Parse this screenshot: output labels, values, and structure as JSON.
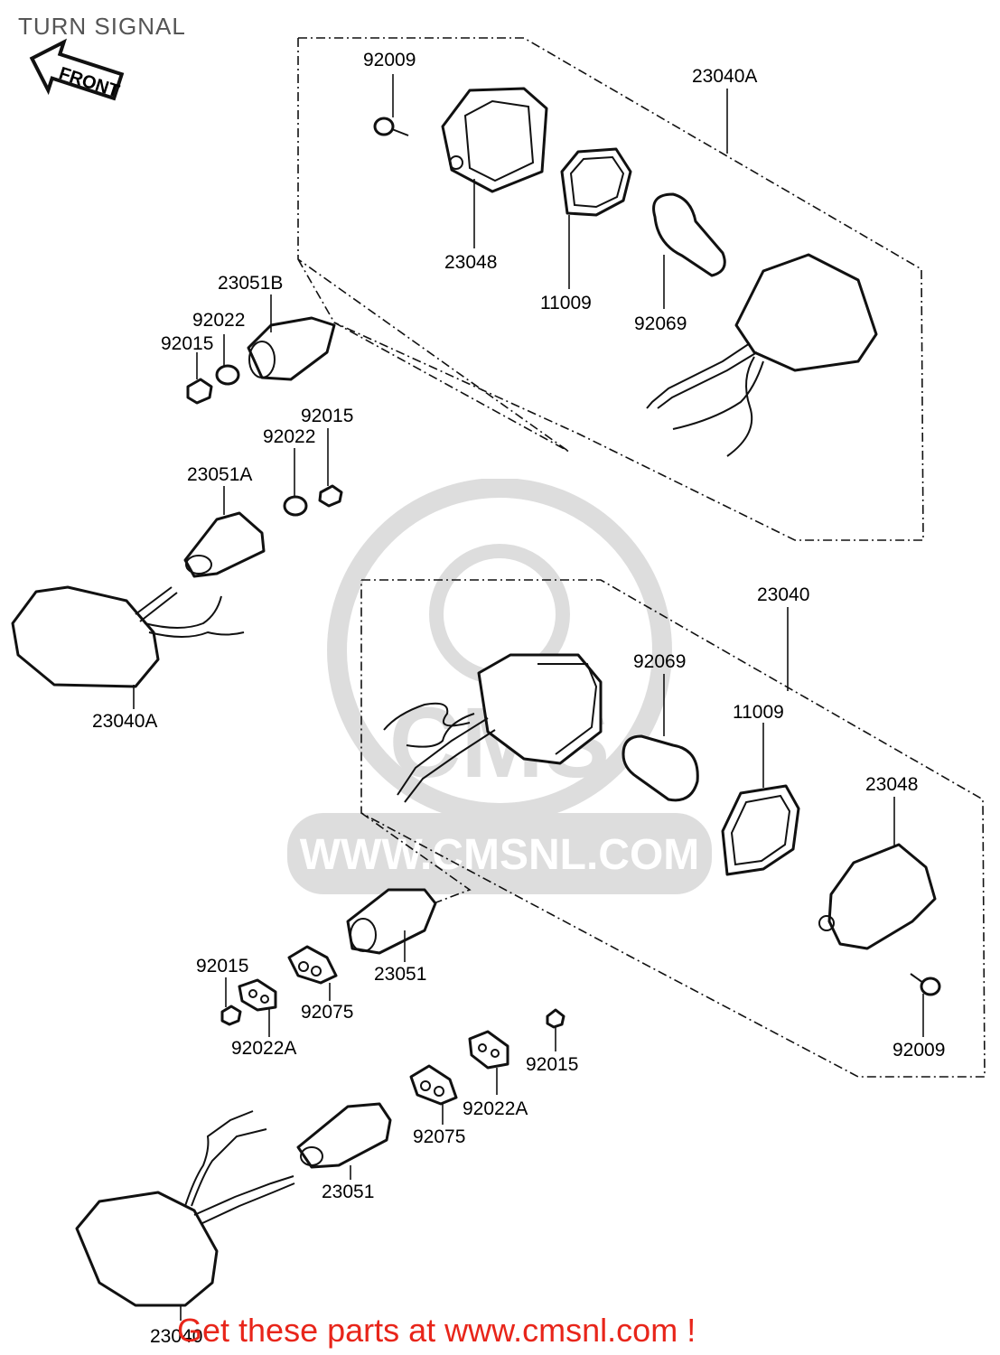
{
  "title": "TURN SIGNAL",
  "front_arrow": "FRONT",
  "watermark": "WWW.CMSNL.COM",
  "watermark_logo": "CMS",
  "footer": "Get these parts at www.cmsnl.com !",
  "parts": {
    "p1": "92009",
    "p2": "23040A",
    "p3": "23048",
    "p4": "11009",
    "p5": "92069",
    "p6": "23051B",
    "p7": "92022",
    "p8": "92015",
    "p9": "92015",
    "p10": "92022",
    "p11": "23051A",
    "p12": "23040A",
    "p13": "23040",
    "p14": "92069",
    "p15": "11009",
    "p16": "23048",
    "p17": "92015",
    "p18": "23051",
    "p19": "92075",
    "p20": "92022A",
    "p21": "92015",
    "p22": "92022A",
    "p23": "92075",
    "p24": "23051",
    "p25": "92009",
    "p26": "23040"
  }
}
